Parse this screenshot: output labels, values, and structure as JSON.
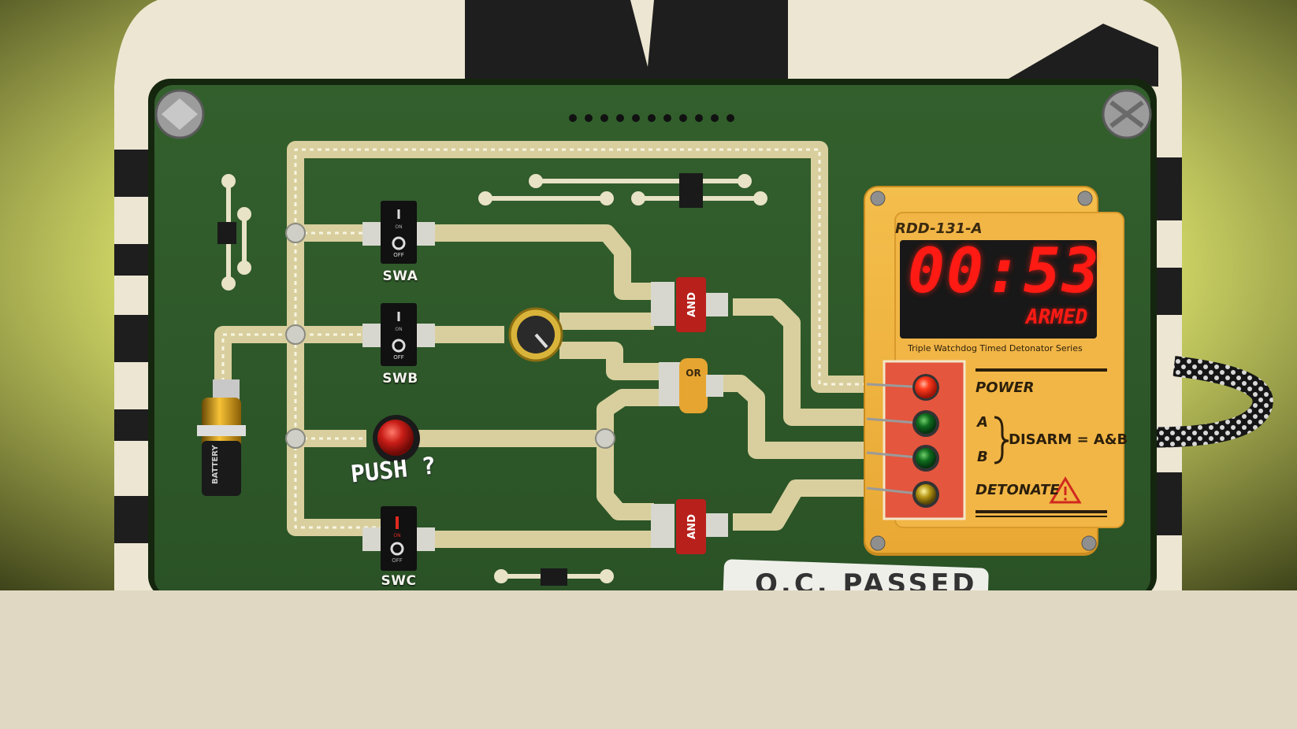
{
  "switches": [
    {
      "label": "SWA",
      "state": "OFF",
      "on_text": "ON",
      "off_text": "OFF"
    },
    {
      "label": "SWB",
      "state": "OFF",
      "on_text": "ON",
      "off_text": "OFF"
    },
    {
      "label": "SWC",
      "state": "ON",
      "on_text": "ON",
      "off_text": "OFF"
    }
  ],
  "push_note": "PUSH ?",
  "battery_label": "BATTERY",
  "gates": {
    "and_top": "AND",
    "or": "OR",
    "and_bottom": "AND"
  },
  "detonator": {
    "model": "RDD-131-A",
    "timer": "00:53",
    "status": "ARMED",
    "series": "Triple Watchdog Timed Detonator Series",
    "power_label": "POWER",
    "a_label": "A",
    "b_label": "B",
    "disarm_label": "DISARM = A&B",
    "detonate_label": "DETONATE"
  },
  "lights": {
    "power": "red",
    "a": "green",
    "b": "green",
    "detonate": "yellow"
  },
  "qc_sticker": "Q.C. PASSED",
  "colors": {
    "board": "#2e5a2a",
    "trace": "#d9cf9e",
    "housing": "#f0b540",
    "display": "#181818",
    "digits": "#ff1a14",
    "bg_bottom": "#e0d8c2"
  }
}
